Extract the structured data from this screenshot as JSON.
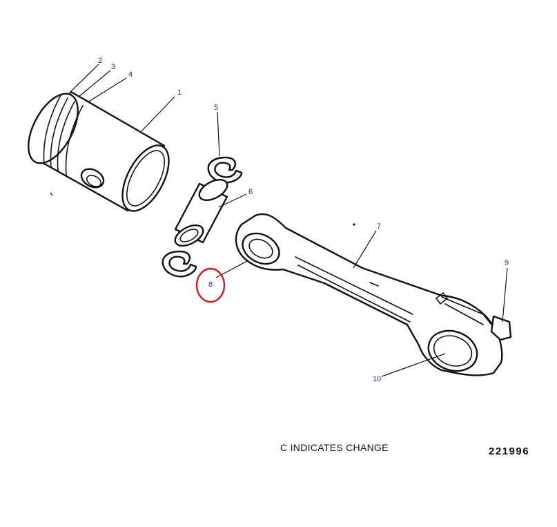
{
  "callouts": [
    {
      "id": "1",
      "label": "1"
    },
    {
      "id": "2",
      "label": "2"
    },
    {
      "id": "3",
      "label": "3"
    },
    {
      "id": "4",
      "label": "4"
    },
    {
      "id": "5",
      "label": "5"
    },
    {
      "id": "6",
      "label": "6"
    },
    {
      "id": "7",
      "label": "7"
    },
    {
      "id": "8",
      "label": "8"
    },
    {
      "id": "9",
      "label": "9"
    },
    {
      "id": "10",
      "label": "10"
    }
  ],
  "footer": {
    "change_note": "C INDICATES CHANGE",
    "figure_number": "221996"
  },
  "colors": {
    "callout_text": "#1f2fb5",
    "highlight_circle": "#e0101e",
    "line_art": "#111111"
  }
}
